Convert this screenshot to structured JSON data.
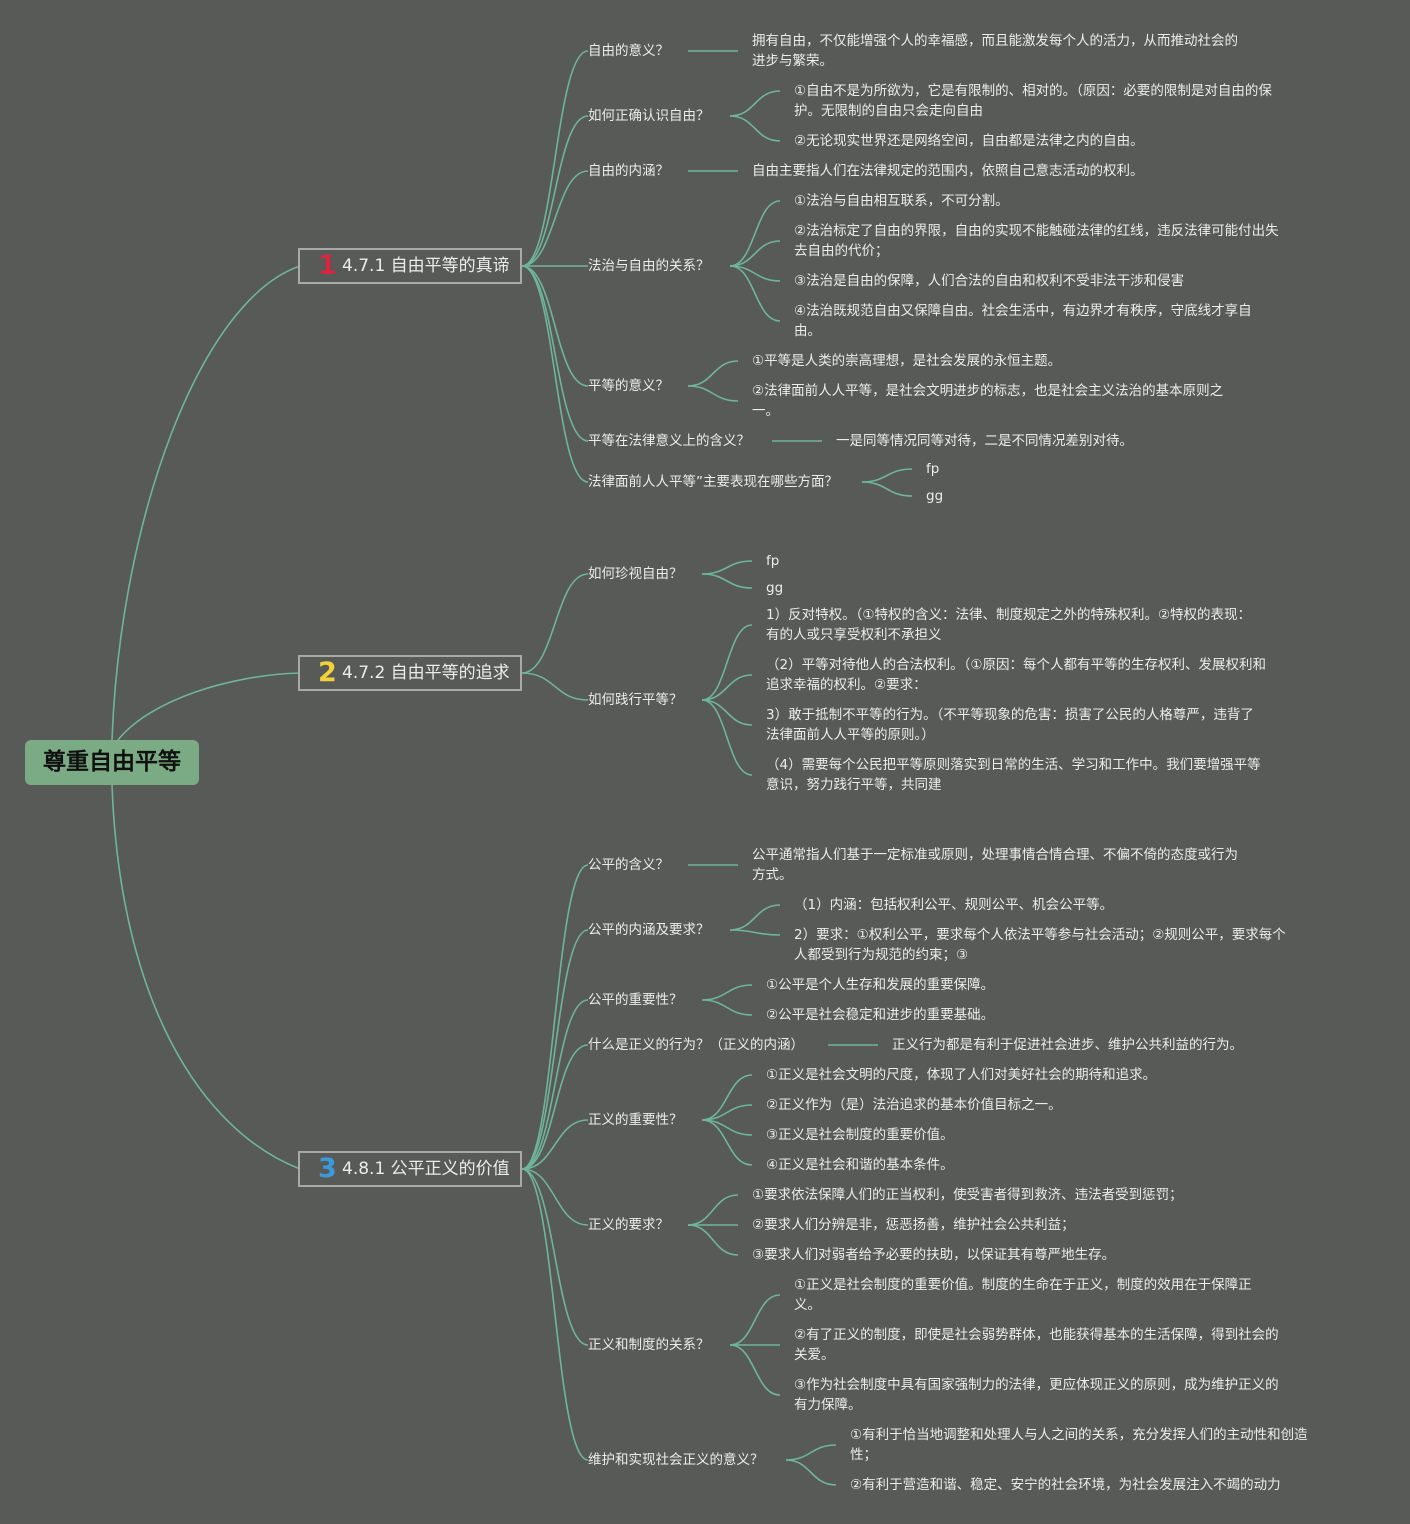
{
  "root": {
    "label": "尊重自由平等"
  },
  "sections": [
    {
      "number": "1",
      "number_color": "#d7263d",
      "label": "4.7.1 自由平等的真谛",
      "questions": [
        {
          "label": "自由的意义？",
          "answers": [
            "拥有自由，不仅能增强个人的幸福感，而且能激发每个人的活力，从而推动社会的进步与繁荣。"
          ]
        },
        {
          "label": "如何正确认识自由？",
          "answers": [
            "①自由不是为所欲为，它是有限制的、相对的。（原因：必要的限制是对自由的保护。无限制的自由只会走向自由",
            "②无论现实世界还是网络空间，自由都是法律之内的自由。"
          ]
        },
        {
          "label": "自由的内涵？",
          "answers": [
            "自由主要指人们在法律规定的范围内，依照自己意志活动的权利。"
          ]
        },
        {
          "label": "法治与自由的关系？",
          "answers": [
            "①法治与自由相互联系，不可分割。",
            "②法治标定了自由的界限，自由的实现不能触碰法律的红线，违反法律可能付出失去自由的代价；",
            "③法治是自由的保障，人们合法的自由和权利不受非法干涉和侵害",
            "④法治既规范自由又保障自由。社会生活中，有边界才有秩序，守底线才享自由。"
          ]
        },
        {
          "label": "平等的意义？",
          "answers": [
            "①平等是人类的崇高理想，是社会发展的永恒主题。",
            "②法律面前人人平等，是社会文明进步的标志，也是社会主义法治的基本原则之一。"
          ]
        },
        {
          "label": "平等在法律意义上的含义？",
          "answers": [
            "一是同等情况同等对待，二是不同情况差别对待。"
          ]
        },
        {
          "label": "法律面前人人平等”主要表现在哪些方面？",
          "answers": [
            "fp",
            "gg"
          ]
        }
      ]
    },
    {
      "number": "2",
      "number_color": "#f2d13c",
      "label": "4.7.2 自由平等的追求",
      "questions": [
        {
          "label": "如何珍视自由？",
          "answers": [
            "fp",
            "gg"
          ]
        },
        {
          "label": "如何践行平等？",
          "answers": [
            "1）反对特权。（①特权的含义：法律、制度规定之外的特殊权利。②特权的表现：有的人或只享受权利不承担义",
            "（2）平等对待他人的合法权利。（①原因：每个人都有平等的生存权利、发展权利和追求幸福的权利。②要求：",
            "3）敢于抵制不平等的行为。（不平等现象的危害：损害了公民的人格尊严，违背了法律面前人人平等的原则。）",
            "（4）需要每个公民把平等原则落实到日常的生活、学习和工作中。我们要增强平等意识，努力践行平等，共同建"
          ]
        }
      ]
    },
    {
      "number": "3",
      "number_color": "#3a9bdc",
      "label": "4.8.1 公平正义的价值",
      "questions": [
        {
          "label": "公平的含义？",
          "answers": [
            "公平通常指人们基于一定标准或原则，处理事情合情合理、不偏不倚的态度或行为方式。"
          ]
        },
        {
          "label": "公平的内涵及要求？",
          "answers": [
            "（1）内涵：包括权利公平、规则公平、机会公平等。",
            "2）要求：①权利公平，要求每个人依法平等参与社会活动；②规则公平，要求每个人都受到行为规范的约束；③"
          ]
        },
        {
          "label": "公平的重要性？",
          "answers": [
            "①公平是个人生存和发展的重要保障。",
            "②公平是社会稳定和进步的重要基础。"
          ]
        },
        {
          "label": "什么是正义的行为？（正义的内涵）",
          "answers": [
            "正义行为都是有利于促进社会进步、维护公共利益的行为。"
          ]
        },
        {
          "label": "正义的重要性？",
          "answers": [
            "①正义是社会文明的尺度，体现了人们对美好社会的期待和追求。",
            "②正义作为（是）法治追求的基本价值目标之一。",
            "③正义是社会制度的重要价值。",
            "④正义是社会和谐的基本条件。"
          ]
        },
        {
          "label": "正义的要求？",
          "answers": [
            "①要求依法保障人们的正当权利，使受害者得到救济、违法者受到惩罚；",
            "②要求人们分辨是非，惩恶扬善，维护社会公共利益；",
            "③要求人们对弱者给予必要的扶助，以保证其有尊严地生存。"
          ]
        },
        {
          "label": "正义和制度的关系？",
          "answers": [
            "①正义是社会制度的重要价值。制度的生命在于正义，制度的效用在于保障正义。",
            "②有了正义的制度，即使是社会弱势群体，也能获得基本的生活保障，得到社会的关爱。",
            "③作为社会制度中具有国家强制力的法律，更应体现正义的原则，成为维护正义的有力保障。"
          ]
        },
        {
          "label": "维护和实现社会正义的意义？",
          "answers": [
            "①有利于恰当地调整和处理人与人之间的关系，充分发挥人们的主动性和创造性；",
            "②有利于营造和谐、稳定、安宁的社会环境，为社会发展注入不竭的动力"
          ]
        }
      ]
    }
  ]
}
